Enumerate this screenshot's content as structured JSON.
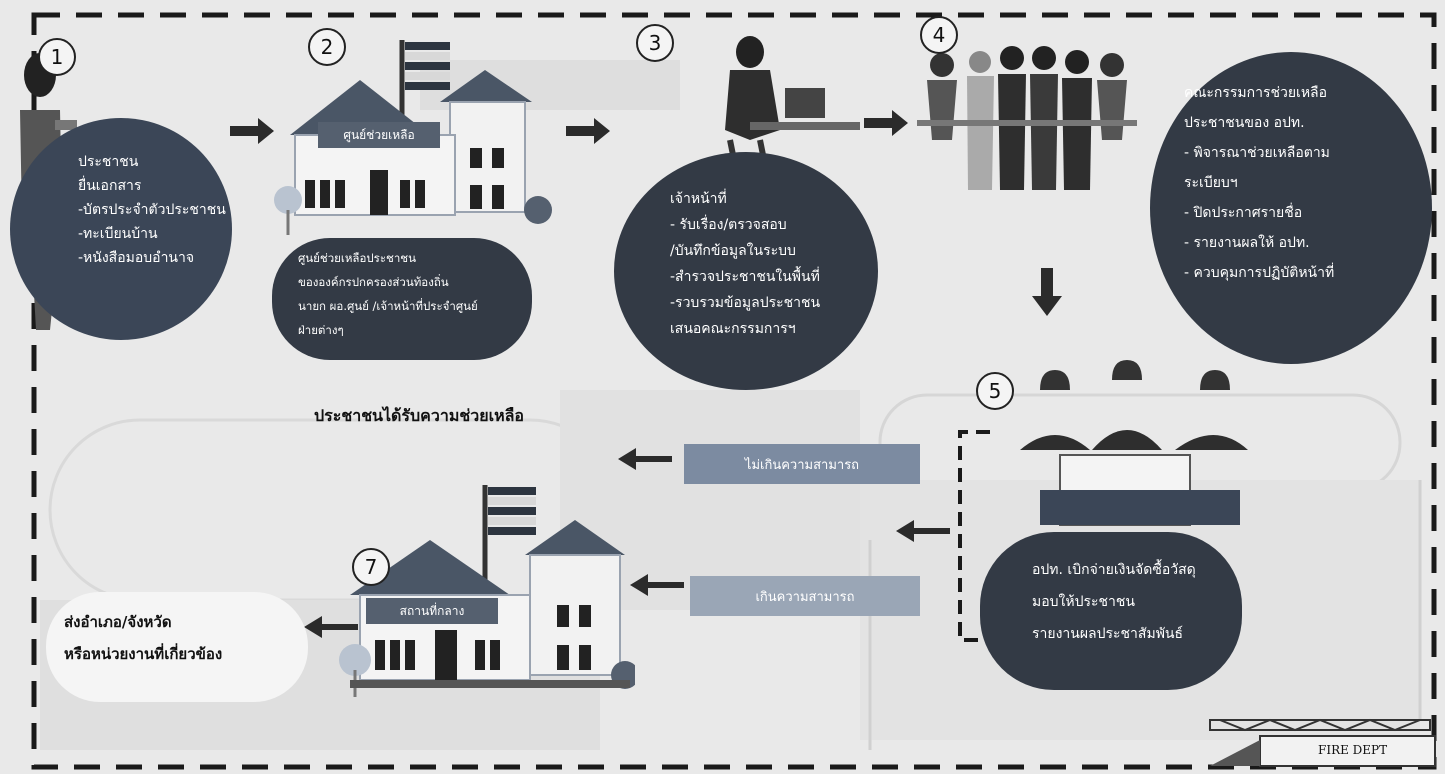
{
  "steps": [
    "1",
    "2",
    "3",
    "4",
    "5",
    "7"
  ],
  "step1": {
    "lines": [
      "ประชาชน",
      "ยื่นเอกสาร",
      "-บัตรประจำตัวประชาชน",
      "-ทะเบียนบ้าน",
      "-หนังสือมอบอำนาจ"
    ]
  },
  "step2": {
    "sign": "ศูนย์ช่วยเหลือ",
    "lines": [
      "ศูนย์ช่วยเหลือประชาชน",
      "ขององค์กรปกครองส่วนท้องถิ่น",
      "นายก ผอ.ศูนย์ /เจ้าหน้าที่ประจำศูนย์",
      "ฝ่ายต่างๆ"
    ]
  },
  "step3": {
    "lines": [
      "เจ้าหน้าที่",
      "- รับเรื่อง/ตรวจสอบ",
      "/บันทึกข้อมูลในระบบ",
      "-สำรวจประชาชนในพื้นที่",
      "-รวบรวมข้อมูลประชาชน",
      "เสนอคณะกรรมการฯ"
    ]
  },
  "step4": {
    "lines": [
      "คณะกรรมการช่วยเหลือ",
      "ประชาชนของ อปท.",
      "- พิจารณาช่วยเหลือตาม",
      "ระเบียบฯ",
      "- ปิดประกาศรายชื่อ",
      "- รายงานผลให้ อปท.",
      "- ควบคุมการปฏิบัติหน้าที่"
    ]
  },
  "step5": {
    "lines": [
      "อปท. เบิกจ่ายเงินจัดซื้อวัสดุ",
      "มอบให้ประชาชน",
      "รายงานผลประชาสัมพันธ์"
    ]
  },
  "step7": {
    "sign": "สถานที่กลาง",
    "lines": [
      "ส่งอำเภอ/จังหวัด",
      "หรือหน่วยงานที่เกี่ยวข้อง"
    ]
  },
  "result": "ประชาชนได้รับความช่วยเหลือ",
  "label_not_exceed": "ไม่เกินความสามารถ",
  "label_exceed": "เกินความสามารถ",
  "watermark": "FIRE DEPT",
  "colors": {
    "dark_fill": "#333a45",
    "label_fill": "#7c8ba1",
    "background": "#e9e9e9",
    "dashed_border": "#1a1a1a"
  }
}
